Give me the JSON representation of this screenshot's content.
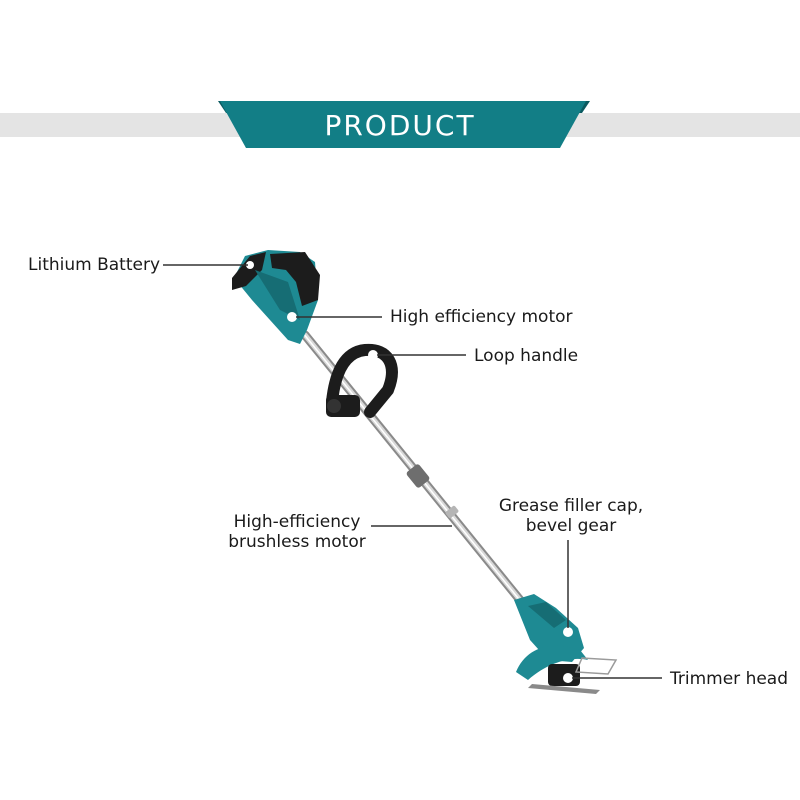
{
  "banner": {
    "title": "PRODUCT",
    "color": "#127e86"
  },
  "callouts": {
    "lithium_battery": "Lithium Battery",
    "motor": "High efficiency motor",
    "loop_handle": "Loop handle",
    "brushless_line1": "High-efficiency",
    "brushless_line2": "brushless motor",
    "grease_line1": "Grease filler cap,",
    "grease_line2": "bevel gear",
    "trimmer_head": "Trimmer head"
  },
  "colors": {
    "tool_body": "#1e8a93",
    "grip": "#1c1c1c",
    "shaft": "#c9c9c9",
    "leader_line": "#333333"
  }
}
